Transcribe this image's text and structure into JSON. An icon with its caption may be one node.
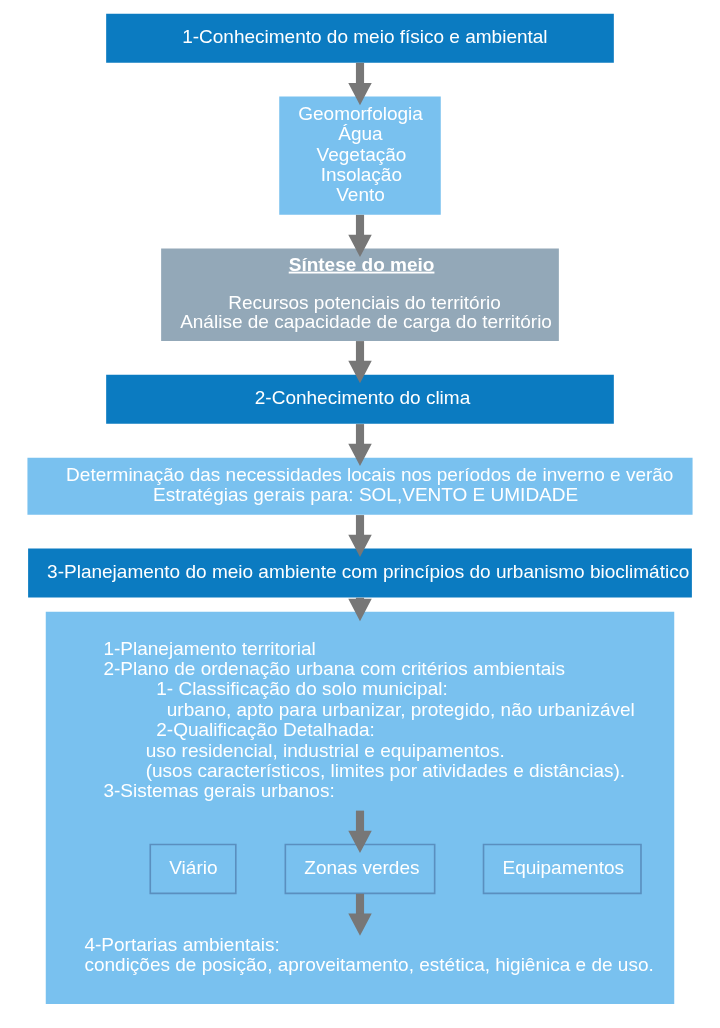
{
  "diagram": {
    "nodes": [
      {
        "text": [
          "1-Conhecimento do meio físico e ambiental"
        ]
      },
      {
        "text": [
          "Geomorfologia",
          "Água",
          "Vegetação",
          "Insolação",
          "Vento"
        ]
      },
      {
        "text": [
          "Síntese do meio",
          "Recursos potenciais do território",
          "Análise de capacidade de carga do território"
        ]
      },
      {
        "text": [
          "2-Conhecimento do clima"
        ]
      },
      {
        "text": [
          "Determinação das necessidades locais nos períodos de inverno e verão",
          "Estratégias gerais para: SOL,VENTO E UMIDADE"
        ]
      },
      {
        "text": [
          "3-Planejamento do meio ambiente com princípios do urbanismo bioclimático"
        ]
      },
      {
        "text": [],
        "shape": "box"
      },
      {
        "text": [
          "1-Planejamento territorial",
          "2-Plano de ordenação urbana com critérios ambientais",
          "1- Classificação do solo municipal:",
          "urbano, apto para urbanizar, protegido, não urbanizável",
          "2-Qualificação Detalhada:",
          "uso residencial, industrial e equipamentos.",
          "(usos característicos, limites por atividades e distâncias).",
          "3-Sistemas gerais urbanos:"
        ],
        "in": 6
      },
      {
        "text": [
          "Viário"
        ],
        "in": 6
      },
      {
        "text": [
          "Zonas verdes"
        ],
        "in": 6
      },
      {
        "text": [
          "Equipamentos"
        ],
        "in": 6
      },
      {
        "text": [
          "4-Portarias ambientais:",
          "condições de posição, aproveitamento, estética, higiênica e de uso."
        ],
        "in": 6
      }
    ],
    "edges": [
      {
        "from": 0,
        "to": 1,
        "arrow": "to"
      },
      {
        "from": 1,
        "to": 2,
        "arrow": "to"
      },
      {
        "from": 2,
        "to": 3,
        "arrow": "to"
      },
      {
        "from": 3,
        "to": 4,
        "arrow": "to"
      },
      {
        "from": 4,
        "to": 5,
        "arrow": "to"
      },
      {
        "from": 5,
        "to": 6,
        "arrow": "to"
      },
      {
        "from": 7,
        "to": 9,
        "arrow": "to"
      },
      {
        "from": 9,
        "to": 11,
        "arrow": "to"
      }
    ]
  }
}
